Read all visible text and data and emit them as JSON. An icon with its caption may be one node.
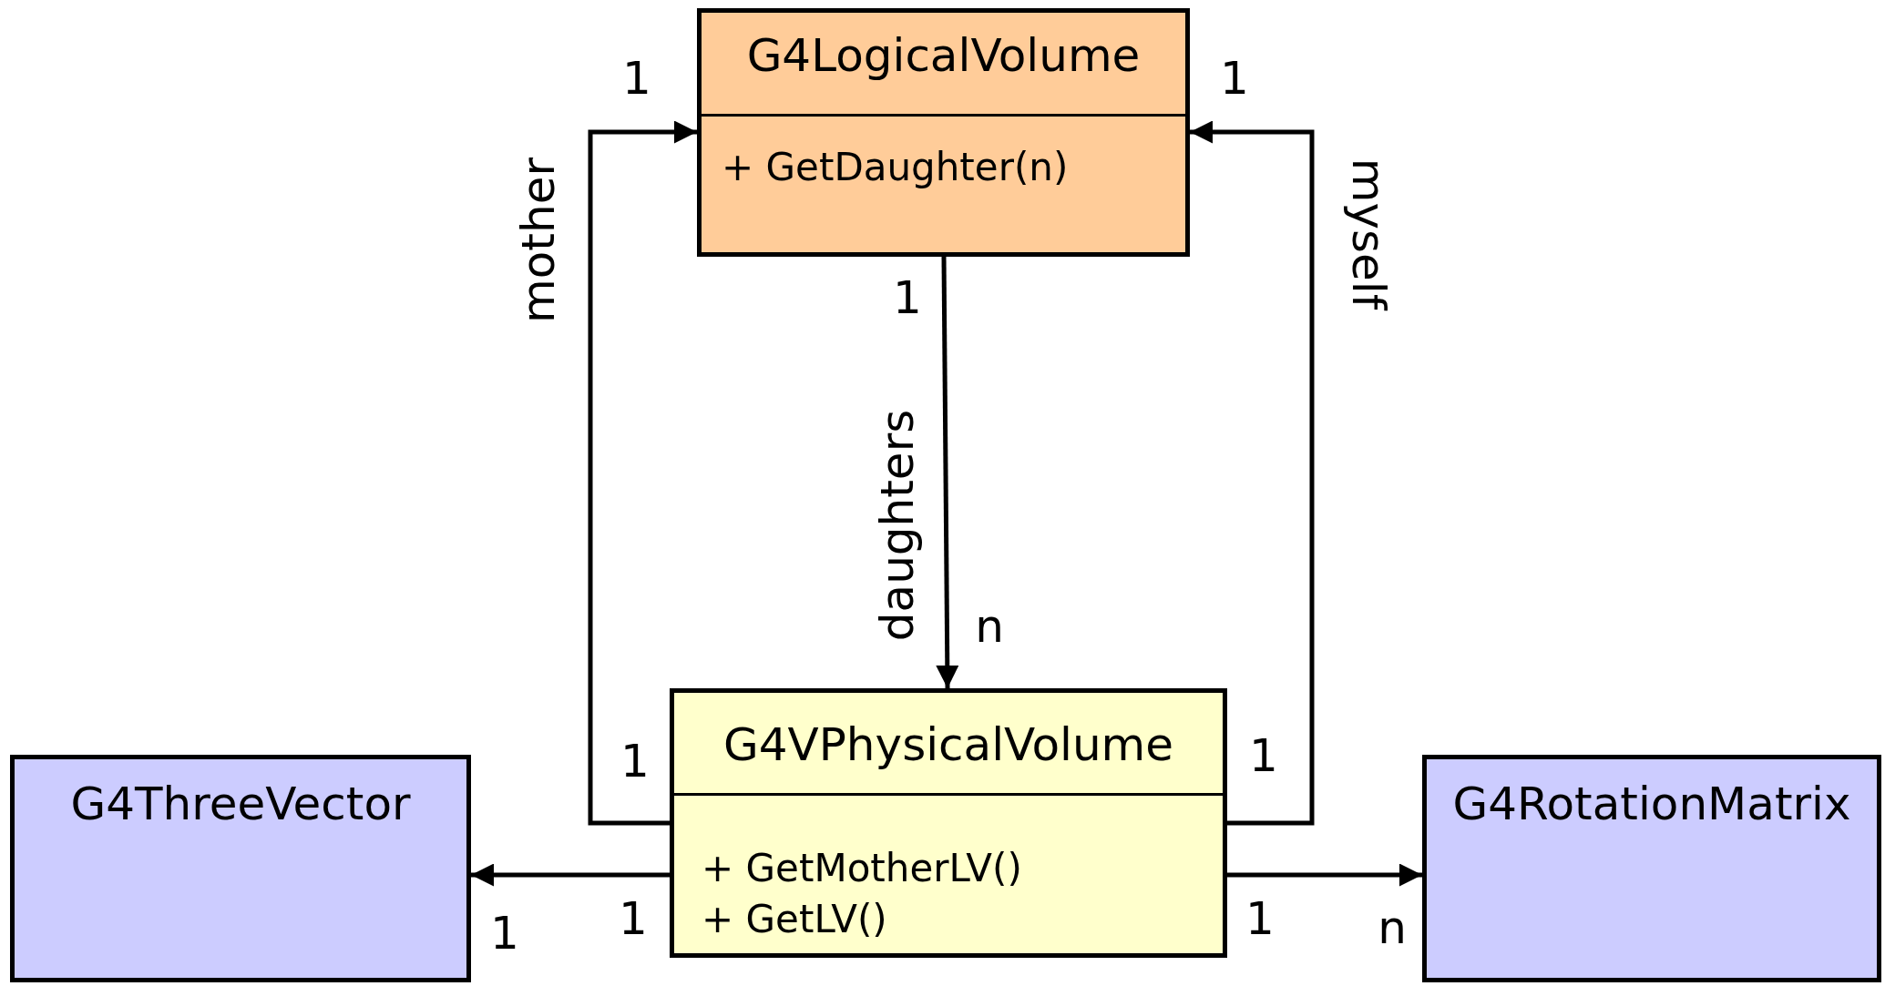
{
  "diagram": {
    "nodes": [
      {
        "text": [
          "G4LogicalVolume",
          "+ GetDaughter(n)"
        ]
      },
      {
        "text": [
          "G4VPhysicalVolume",
          "+ GetMotherLV()",
          "+ GetLV()"
        ]
      },
      {
        "text": [
          "G4ThreeVector"
        ]
      },
      {
        "text": [
          "G4RotationMatrix"
        ]
      }
    ],
    "edges": [
      {
        "from": 1,
        "to": 0,
        "arrow": "to",
        "label": "mother"
      },
      {
        "from": 1,
        "to": 0,
        "arrow": "to",
        "label": "myself"
      },
      {
        "from": 0,
        "to": 1,
        "arrow": "to",
        "label": "daughters"
      },
      {
        "from": 1,
        "to": 2,
        "arrow": "to"
      },
      {
        "from": 1,
        "to": 3,
        "arrow": "to"
      }
    ],
    "labels": [
      "1",
      "1",
      "1",
      "n",
      "1",
      "1",
      "1",
      "1",
      "1",
      "n"
    ]
  }
}
